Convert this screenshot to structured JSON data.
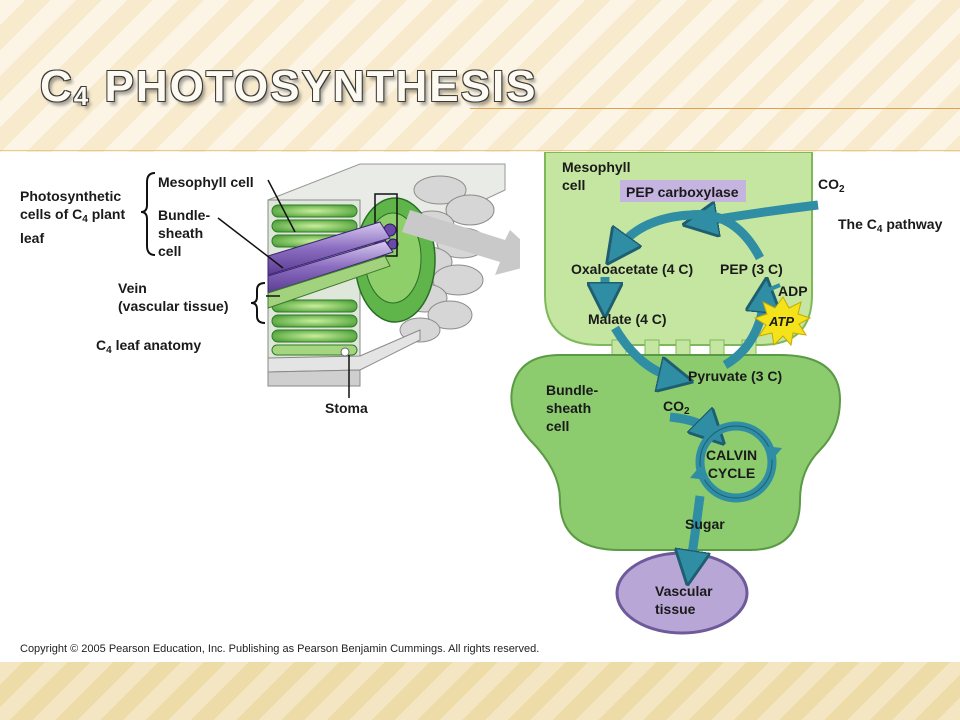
{
  "slide": {
    "title_main": "C",
    "title_sub": "4",
    "title_rest": " PHOTOSYNTHESIS"
  },
  "anatomy": {
    "photosynthetic_cells_1": "Photosynthetic",
    "photosynthetic_cells_2a": "cells of C",
    "photosynthetic_cells_2sub": "4",
    "photosynthetic_cells_2b": " plant",
    "photosynthetic_cells_3": "leaf",
    "mesophyll_cell": "Mesophyll cell",
    "bundle_sheath_1": "Bundle-",
    "bundle_sheath_2": "sheath",
    "bundle_sheath_3": "cell",
    "vein_1": "Vein",
    "vein_2": "(vascular tissue)",
    "leaf_anatomy_a": "C",
    "leaf_anatomy_sub": "4",
    "leaf_anatomy_b": " leaf anatomy",
    "stoma": "Stoma"
  },
  "pathway": {
    "mesophyll_1": "Mesophyll",
    "mesophyll_2": "cell",
    "pep_carboxylase": "PEP carboxylase",
    "co2_top_a": "CO",
    "co2_top_sub": "2",
    "c4_pathway_a": "The C",
    "c4_pathway_sub": "4",
    "c4_pathway_b": " pathway",
    "oxaloacetate": "Oxaloacetate (4 C)",
    "pep": "PEP (3 C)",
    "adp": "ADP",
    "atp": "ATP",
    "malate": "Malate (4 C)",
    "pyruvate": "Pyruvate (3 C)",
    "bundle_1": "Bundle-",
    "bundle_2": "sheath",
    "bundle_3": "cell",
    "co2_mid_a": "CO",
    "co2_mid_sub": "2",
    "calvin_1": "CALVIN",
    "calvin_2": "CYCLE",
    "sugar": "Sugar",
    "vascular_1": "Vascular",
    "vascular_2": "tissue"
  },
  "copyright": "Copyright © 2005 Pearson Education, Inc. Publishing as Pearson Benjamin Cummings. All rights reserved.",
  "colors": {
    "cell_green": "#b9df8f",
    "cell_green_dark": "#8cc66a",
    "arrow_teal": "#2f8da4",
    "vascular_purple": "#b8a6d6",
    "pep_box": "#c5b3e0",
    "atp_yellow": "#f4e21a"
  }
}
